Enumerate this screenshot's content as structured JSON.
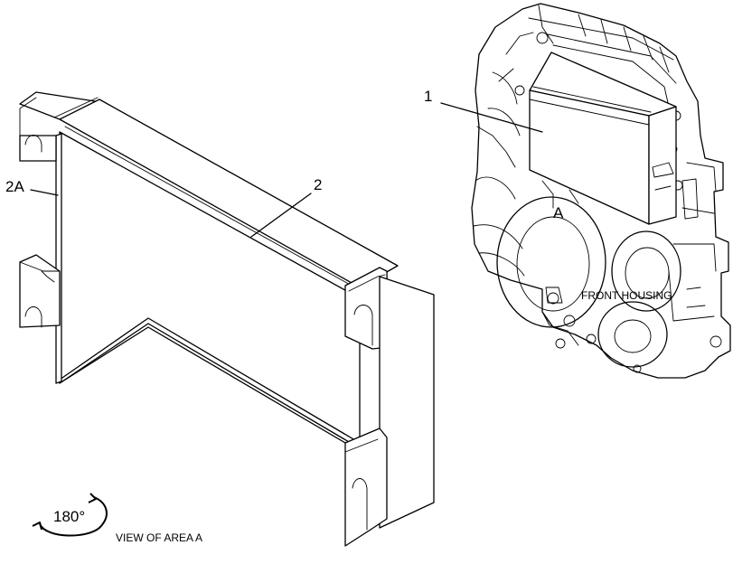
{
  "callouts": {
    "part_1": "1",
    "part_2": "2",
    "part_2a": "2A",
    "area": "A"
  },
  "labels": {
    "front_housing": "FRONT HOUSING",
    "view_of_area": "VIEW OF AREA  A",
    "rotation": "180°"
  }
}
